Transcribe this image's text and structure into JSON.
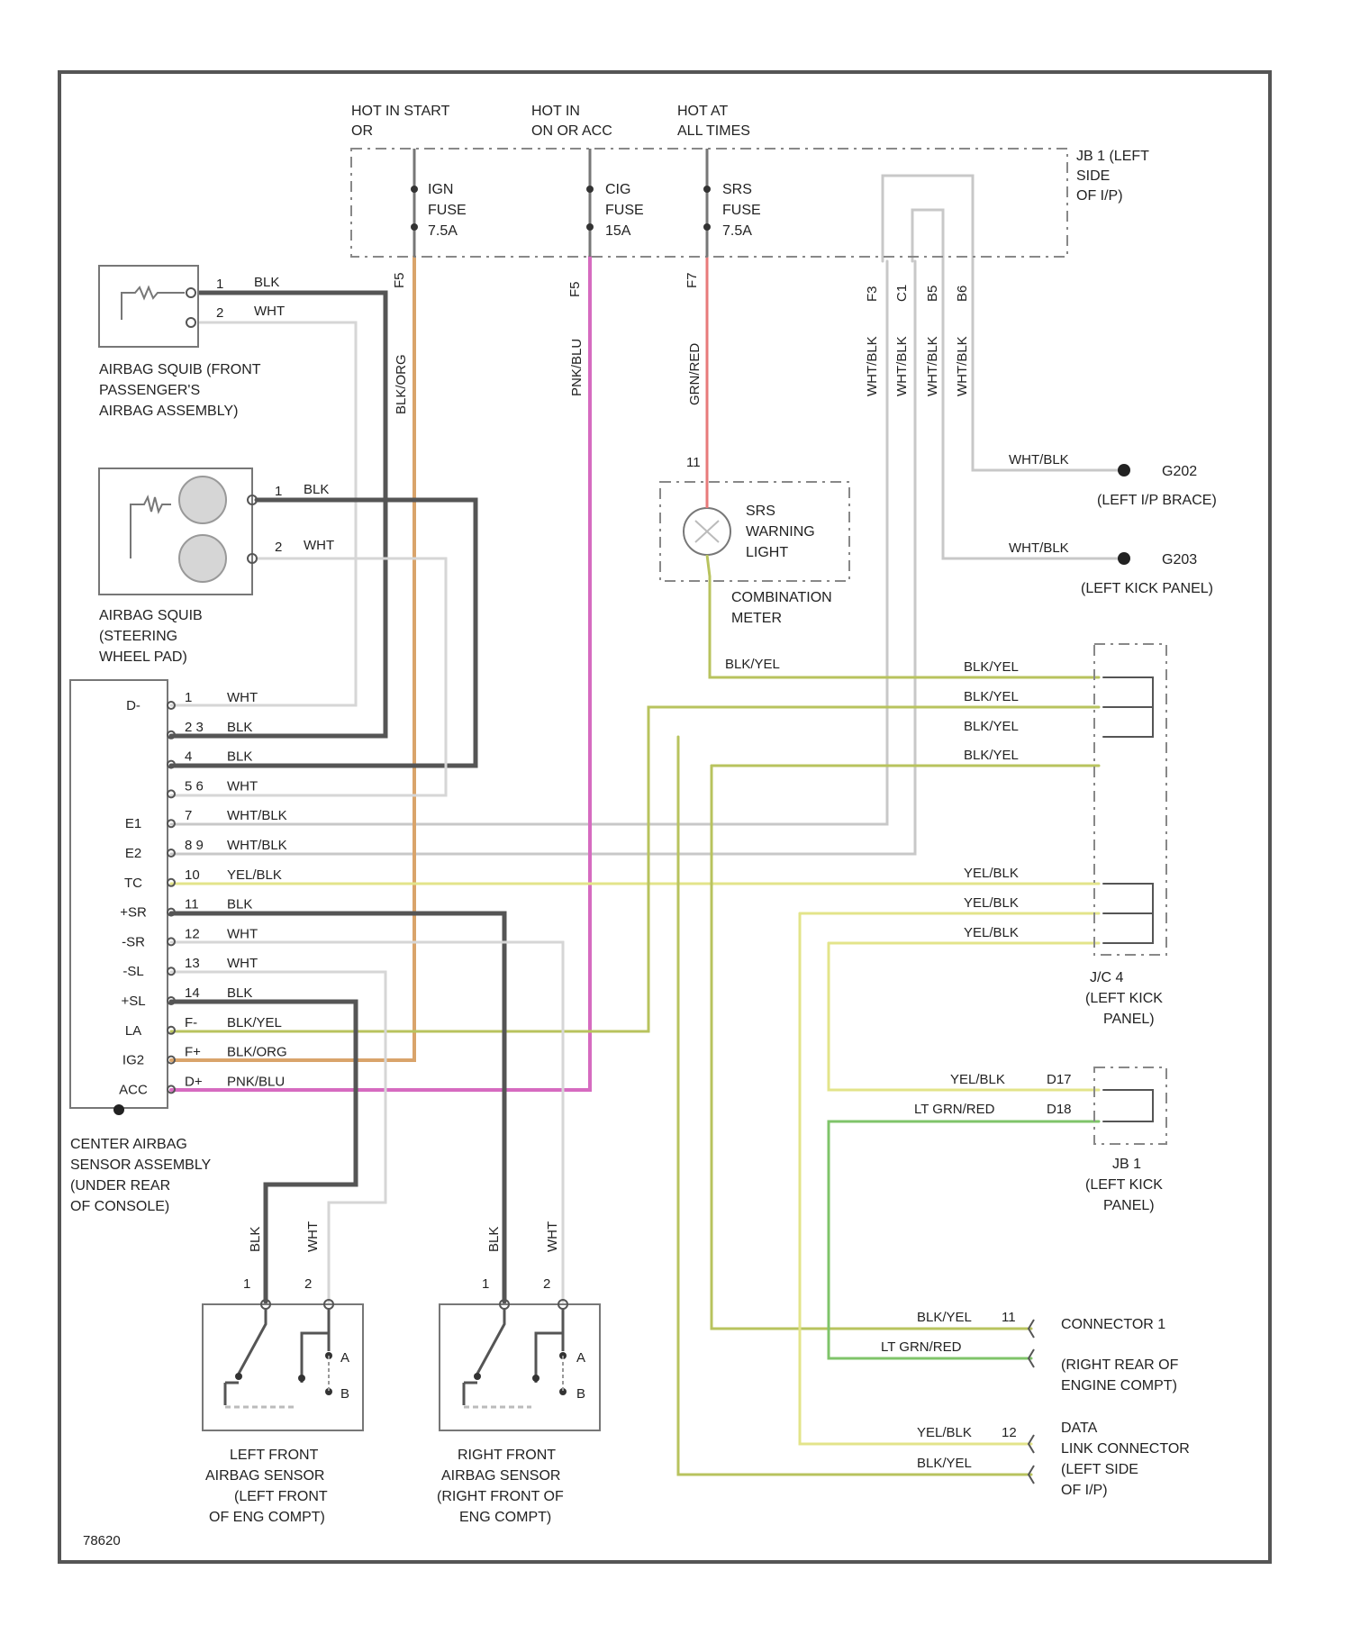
{
  "diagram_id": "78620",
  "power": {
    "hot1": {
      "line1": "HOT IN START",
      "line2": "OR"
    },
    "hot2": {
      "line1": "HOT IN",
      "line2": "ON OR ACC"
    },
    "hot3": {
      "line1": "HOT AT",
      "line2": "ALL TIMES"
    },
    "jb_title": {
      "line1": "JB 1 (LEFT",
      "line2": "SIDE",
      "line3": "OF I/P)"
    }
  },
  "fuses": [
    {
      "line1": "IGN",
      "line2": "FUSE",
      "line3": "7.5A",
      "pin": "F5"
    },
    {
      "line1": "CIG",
      "line2": "FUSE",
      "line3": "15A",
      "pin": "F5"
    },
    {
      "line1": "SRS",
      "line2": "FUSE",
      "line3": "7.5A",
      "pin": "F7"
    }
  ],
  "jb_pins": [
    "F3",
    "C1",
    "B5",
    "B6"
  ],
  "vertical_wires": {
    "ign": "BLK/ORG",
    "cig": "PNK/BLU",
    "srs": "GRN/RED",
    "jb": [
      "WHT/BLK",
      "WHT/BLK",
      "WHT/BLK",
      "WHT/BLK"
    ]
  },
  "grounds": [
    {
      "wire": "WHT/BLK",
      "id": "G202",
      "loc": "(LEFT I/P BRACE)"
    },
    {
      "wire": "WHT/BLK",
      "id": "G203",
      "loc": "(LEFT KICK PANEL)"
    }
  ],
  "passenger_squib": {
    "label": {
      "line1": "AIRBAG SQUIB (FRONT",
      "line2": "PASSENGER'S",
      "line3": "AIRBAG ASSEMBLY)"
    },
    "pins": [
      {
        "n": "1",
        "wire": "BLK"
      },
      {
        "n": "2",
        "wire": "WHT"
      }
    ]
  },
  "steering_squib": {
    "label": {
      "line1": "AIRBAG SQUIB",
      "line2": "(STEERING",
      "line3": "WHEEL PAD)"
    },
    "pins": [
      {
        "n": "1",
        "wire": "BLK"
      },
      {
        "n": "2",
        "wire": "WHT"
      }
    ]
  },
  "srs_light": {
    "label": {
      "line1": "SRS",
      "line2": "WARNING",
      "line3": "LIGHT"
    },
    "meter": {
      "line1": "COMBINATION",
      "line2": "METER"
    },
    "pin_top": "11",
    "pin_bot": "",
    "wire": "BLK/YEL"
  },
  "sensor_assembly": {
    "label": {
      "line1": "CENTER AIRBAG",
      "line2": "SENSOR ASSEMBLY",
      "line3": "(UNDER REAR",
      "line4": "OF CONSOLE)"
    },
    "rows": [
      {
        "term": "D-",
        "pin": "1",
        "wire": "WHT"
      },
      {
        "term": "",
        "pin": "2 3",
        "wire": "BLK"
      },
      {
        "term": "",
        "pin": "4",
        "wire": "BLK"
      },
      {
        "term": "",
        "pin": "5 6",
        "wire": "WHT"
      },
      {
        "term": "E1",
        "pin": "7",
        "wire": "WHT/BLK"
      },
      {
        "term": "E2",
        "pin": "8 9",
        "wire": "WHT/BLK"
      },
      {
        "term": "TC",
        "pin": "10",
        "wire": "YEL/BLK"
      },
      {
        "term": "+SR",
        "pin": "11",
        "wire": "BLK"
      },
      {
        "term": "-SR",
        "pin": "12",
        "wire": "WHT"
      },
      {
        "term": "-SL",
        "pin": "13",
        "wire": "WHT"
      },
      {
        "term": "+SL",
        "pin": "14",
        "wire": "BLK"
      },
      {
        "term": "LA",
        "pin": "F-",
        "wire": "BLK/YEL"
      },
      {
        "term": "IG2",
        "pin": "F+",
        "wire": "BLK/ORG"
      },
      {
        "term": "ACC",
        "pin": "D+",
        "wire": "PNK/BLU"
      }
    ]
  },
  "jc4_wires": [
    "BLK/YEL",
    "BLK/YEL",
    "BLK/YEL",
    "BLK/YEL"
  ],
  "jc_yel_wires": [
    "YEL/BLK",
    "YEL/BLK",
    "YEL/BLK"
  ],
  "jc4_label": {
    "line1": "J/C 4",
    "line2": "(LEFT KICK",
    "line3": "PANEL)"
  },
  "jb1_wires": [
    {
      "wire": "YEL/BLK",
      "pin": "D17"
    },
    {
      "wire": "LT GRN/RED",
      "pin": "D18"
    }
  ],
  "jb1_label": {
    "line1": "JB 1",
    "line2": "(LEFT KICK",
    "line3": "PANEL)"
  },
  "connector1": {
    "wires": [
      {
        "wire": "BLK/YEL",
        "pin": "11"
      },
      {
        "wire": "LT GRN/RED",
        "pin": ""
      }
    ],
    "label": {
      "line1": "CONNECTOR 1",
      "line2": "(RIGHT REAR OF",
      "line3": "ENGINE COMPT)"
    }
  },
  "data_link": {
    "wires": [
      {
        "wire": "YEL/BLK",
        "pin": "12"
      },
      {
        "wire": "BLK/YEL",
        "pin": ""
      }
    ],
    "label": {
      "line1": "DATA",
      "line2": "LINK CONNECTOR",
      "line3": "(LEFT SIDE",
      "line4": "OF I/P)"
    }
  },
  "left_sensor": {
    "wires": [
      {
        "n": "1",
        "wire": "BLK"
      },
      {
        "n": "2",
        "wire": "WHT"
      }
    ],
    "term_a": "A",
    "term_b": "B",
    "label": {
      "line1": "LEFT FRONT",
      "line2": "AIRBAG SENSOR",
      "line3": "(LEFT FRONT",
      "line4": "OF ENG COMPT)"
    }
  },
  "right_sensor": {
    "wires": [
      {
        "n": "1",
        "wire": "BLK"
      },
      {
        "n": "2",
        "wire": "WHT"
      }
    ],
    "term_a": "A",
    "term_b": "B",
    "label": {
      "line1": "RIGHT FRONT",
      "line2": "AIRBAG SENSOR",
      "line3": "(RIGHT FRONT OF",
      "line4": "ENG COMPT)"
    }
  },
  "colors": {
    "blk": "#555555",
    "wht": "#d6d6d6",
    "org": "#d9a46b",
    "pnk": "#d66bc0",
    "red": "#e87a7a",
    "yel": "#e3e48a",
    "blkyel": "#b8c35e",
    "grn": "#7fc46a",
    "frame": "#555555"
  }
}
